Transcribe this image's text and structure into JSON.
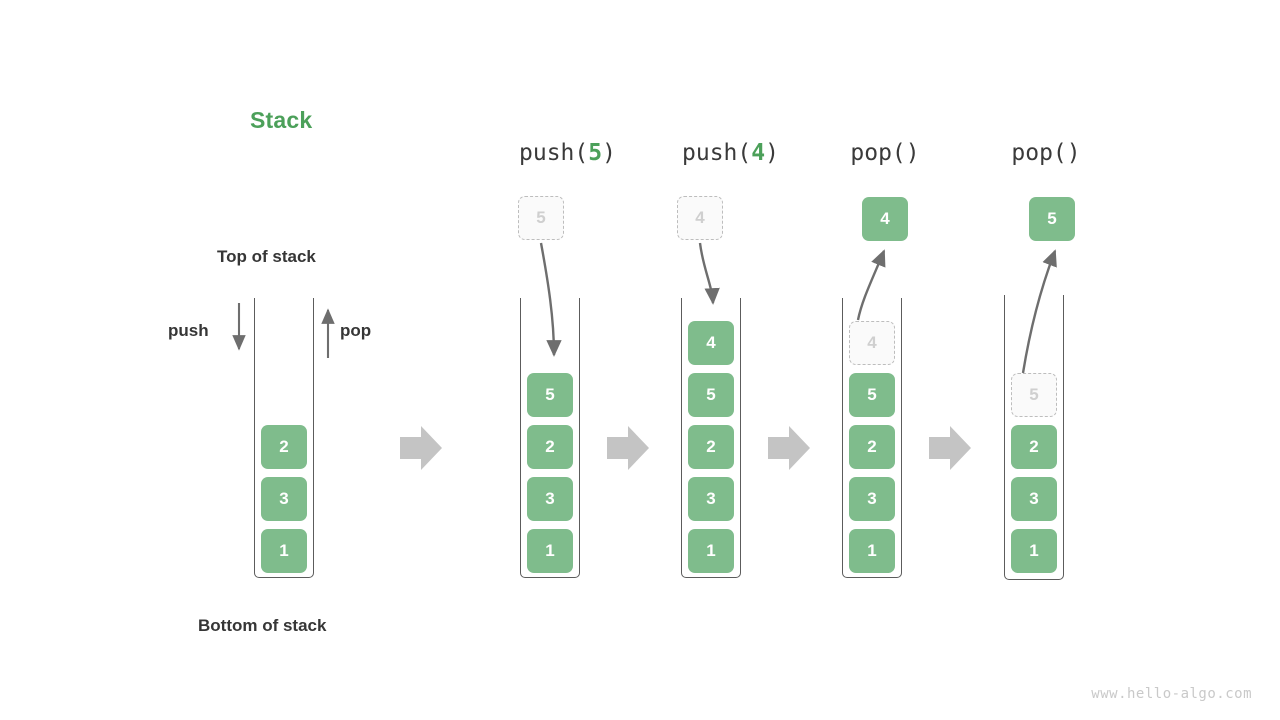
{
  "title": {
    "text": "Stack",
    "color": "#4ca05a"
  },
  "labels": {
    "top_of_stack": "Top of stack",
    "bottom_of_stack": "Bottom of stack",
    "push": "push",
    "pop": "pop"
  },
  "colors": {
    "cell_fill": "#7fbc8c",
    "cell_text": "#ffffff",
    "ghost_fill": "#fafafa",
    "ghost_text": "#cfcfcf",
    "ghost_border": "#bdbdbd",
    "frame": "#5c5c5c",
    "arrow": "#6e6e6e",
    "transition_arrow": "#c4c4c4",
    "accent_green": "#4ca05a",
    "watermark": "#c9c9c9"
  },
  "watermark": "www.hello-algo.com",
  "columns": [
    {
      "id": "initial",
      "header": null,
      "header_arg": null,
      "floating": null,
      "cells": [
        "2",
        "3",
        "1"
      ]
    },
    {
      "id": "push-5",
      "header_prefix": "push(",
      "header_arg": "5",
      "header_suffix": ")",
      "floating": {
        "value": "5",
        "kind": "ghost"
      },
      "cells": [
        "5",
        "2",
        "3",
        "1"
      ]
    },
    {
      "id": "push-4",
      "header_prefix": "push(",
      "header_arg": "4",
      "header_suffix": ")",
      "floating": {
        "value": "4",
        "kind": "ghost"
      },
      "cells": [
        "4",
        "5",
        "2",
        "3",
        "1"
      ]
    },
    {
      "id": "pop-4",
      "header_prefix": "pop()",
      "header_arg": "",
      "header_suffix": "",
      "floating": {
        "value": "4",
        "kind": "filled"
      },
      "cells": [
        "4",
        "5",
        "2",
        "3",
        "1"
      ],
      "ghost_index": 0
    },
    {
      "id": "pop-5",
      "header_prefix": "pop()",
      "header_arg": "",
      "header_suffix": "",
      "floating": {
        "value": "5",
        "kind": "filled"
      },
      "cells": [
        "5",
        "2",
        "3",
        "1"
      ],
      "ghost_index": 0
    }
  ],
  "transition_arrows": 4
}
